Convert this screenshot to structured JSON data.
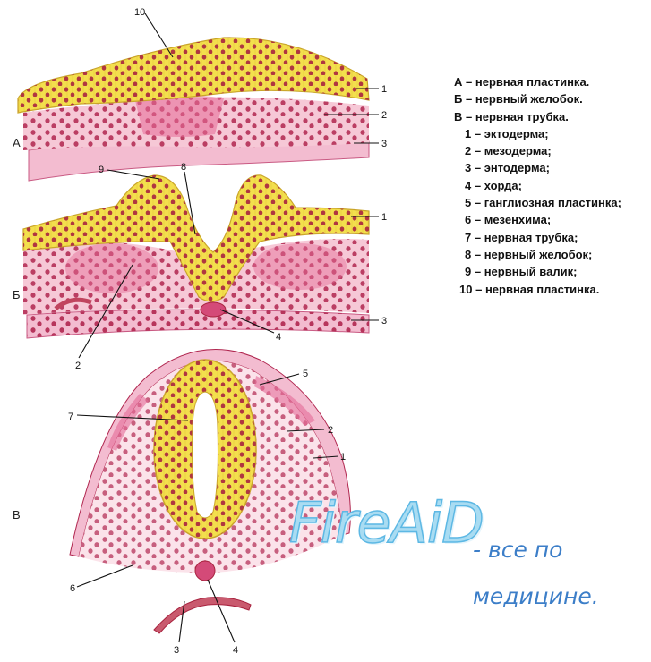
{
  "sections": {
    "a": "А",
    "b": "Б",
    "c": "В"
  },
  "legend": [
    {
      "key": "А",
      "text": "нервная пластинка."
    },
    {
      "key": "Б",
      "text": "нервный желобок."
    },
    {
      "key": "В",
      "text": "нервная трубка."
    },
    {
      "key": "1",
      "text": "эктодерма;"
    },
    {
      "key": "2",
      "text": "мезодерма;"
    },
    {
      "key": "3",
      "text": "энтодерма;"
    },
    {
      "key": "4",
      "text": "хорда;"
    },
    {
      "key": "5",
      "text": "ганглиозная пластинка;"
    },
    {
      "key": "6",
      "text": "мезенхима;"
    },
    {
      "key": "7",
      "text": "нервная трубка;"
    },
    {
      "key": "8",
      "text": "нервный желобок;"
    },
    {
      "key": "9",
      "text": "нервный валик;"
    },
    {
      "key": "10",
      "text": "нервная пластинка."
    }
  ],
  "labels": {
    "a": [
      "10",
      "1",
      "2",
      "3"
    ],
    "b": [
      "9",
      "8",
      "1",
      "2",
      "3",
      "4"
    ],
    "c": [
      "5",
      "7",
      "2",
      "1",
      "6",
      "3",
      "4"
    ]
  },
  "watermark": {
    "logo": "FireAiD",
    "line1": "- все по",
    "line2": "медицине."
  },
  "colors": {
    "yellow": "#f3df4d",
    "yellow_edge": "#c9a52a",
    "pink": "#f6c8d6",
    "pink_light": "#fbe3ea",
    "nucleus": "#b0264f",
    "deep_pink": "#e56a97"
  }
}
